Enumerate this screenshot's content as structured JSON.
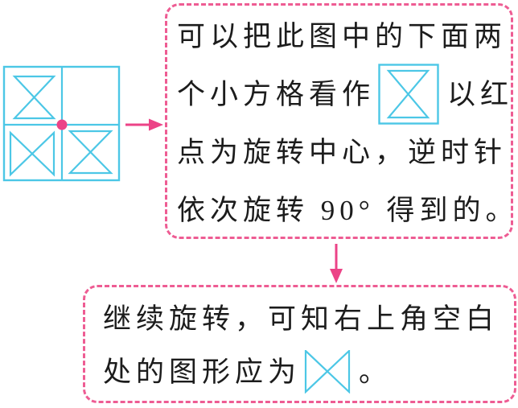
{
  "colors": {
    "cyan": "#4CC7E6",
    "box_border_pink": "#EE5C93",
    "arrow_pink": "#EC4387",
    "dot_pink": "#EC4387",
    "text": "#1c1c1c"
  },
  "diagram": {
    "name": "rotation-grid",
    "description": "2x2 square grid with red rotation-center dot",
    "cells": [
      {
        "position": "top-left",
        "shape": "hourglass-vertical"
      },
      {
        "position": "top-right",
        "shape": "empty"
      },
      {
        "position": "bottom-left",
        "shape": "bowtie-horizontal"
      },
      {
        "position": "bottom-right",
        "shape": "hourglass-vertical"
      }
    ],
    "center_marker": "red-dot"
  },
  "top_box": {
    "line1": "可以把此图中的下面两",
    "line2_before_icon": "个小方格看作",
    "line2_icon": "hourglass-in-square-icon",
    "line2_after_icon": "以红",
    "line3": "点为旋转中心，逆时针",
    "line4": "依次旋转 90° 得到的。"
  },
  "bottom_box": {
    "line1": "继续旋转，可知右上角空白",
    "line2_before_icon": "处的图形应为",
    "line2_icon": "bowtie-horizontal-icon",
    "line2_after_icon": "。"
  },
  "arrows": {
    "right_arrow": "grid-to-explanation",
    "down_arrow": "explanation-to-conclusion"
  }
}
